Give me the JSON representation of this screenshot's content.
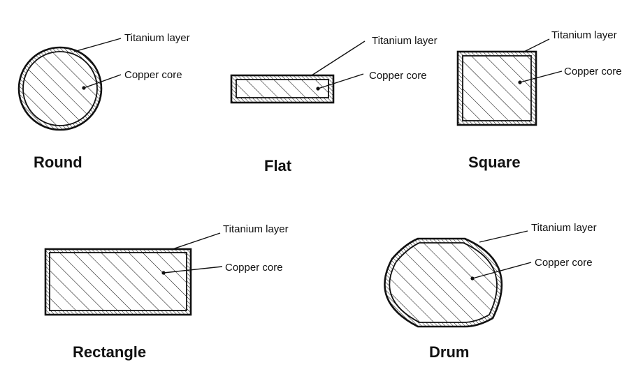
{
  "colors": {
    "ink": "#111111",
    "background": "#ffffff"
  },
  "shapes": [
    {
      "id": "round",
      "title": "Round",
      "titanium_label": "Titanium layer",
      "copper_label": "Copper core"
    },
    {
      "id": "flat",
      "title": "Flat",
      "titanium_label": "Titanium layer",
      "copper_label": "Copper core"
    },
    {
      "id": "square",
      "title": "Square",
      "titanium_label": "Titanium layer",
      "copper_label": "Copper core"
    },
    {
      "id": "rectangle",
      "title": "Rectangle",
      "titanium_label": "Titanium layer",
      "copper_label": "Copper core"
    },
    {
      "id": "drum",
      "title": "Drum",
      "titanium_label": "Titanium layer",
      "copper_label": "Copper core"
    }
  ]
}
